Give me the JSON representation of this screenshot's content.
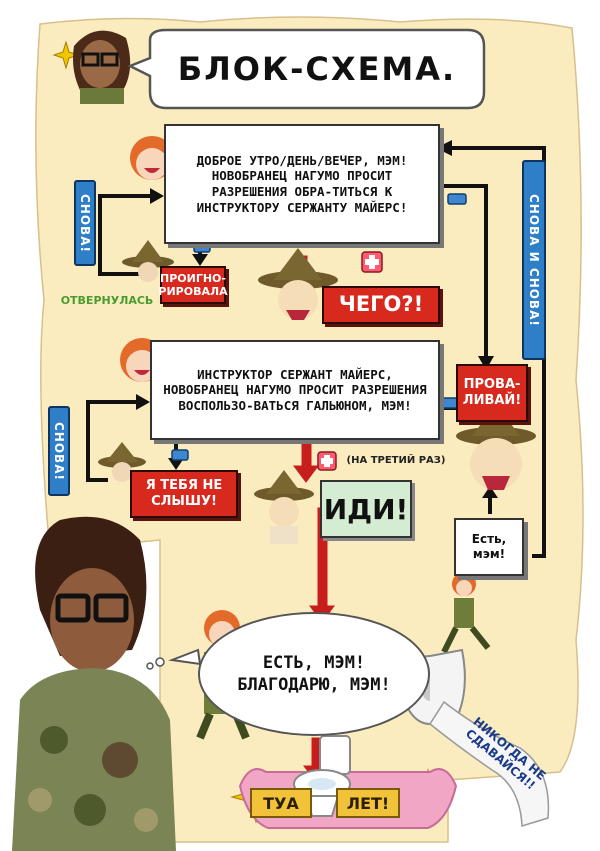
{
  "title": "БЛОК-СХЕМА.",
  "flow": {
    "greeting": "ДОБРОЕ УТРО/ДЕНЬ/ВЕЧЕР, МЭМ! НОВОБРАНЕЦ НАГУМО ПРОСИТ РАЗРЕШЕНИЯ ОБРА-ТИТЬСЯ К ИНСТРУКТОРУ СЕРЖАНТУ МАЙЕРС!",
    "ignored": "ПРОИГНО-РИРОВАЛА",
    "turned_away": "ОТВЕРНУЛАСЬ",
    "again_top": "СНОВА!",
    "again_bottom": "СНОВА!",
    "again_again": "СНОВА И СНОВА!",
    "what": "ЧЕГО?!",
    "request": "ИНСТРУКТОР СЕРЖАНТ МАЙЕРС, НОВОБРАНЕЦ НАГУМО ПРОСИТ РАЗРЕШЕНИЯ ВОСПОЛЬЗО-ВАТЬСЯ ГАЛЬЮНОМ, МЭМ!",
    "get_lost": "ПРОВА-ЛИВАЙ!",
    "cant_hear": "Я ТЕБЯ НЕ СЛЫШУ!",
    "third_time": "(НА ТРЕТИЙ РАЗ)",
    "go": "ИДИ!",
    "yes_maam_small": "Есть, мэм!",
    "yes_thanks": "ЕСТЬ, МЭМ! БЛАГОДАРЮ, МЭМ!",
    "never_give_up": "НИКОГДА НЕ СДАВАЙСЯ!!",
    "toilet_left": "ТУА",
    "toilet_right": "ЛЕТ!",
    "plus": "+",
    "minus": "-"
  },
  "colors": {
    "background": "#fbecc0",
    "box_red": "#d8291f",
    "box_blue": "#2e7fc8",
    "arrow_red": "#c81d1d",
    "badge_pink": "#ff5a6e",
    "badge_blue": "#3e86d0",
    "green_text": "#4a9b2e",
    "toilet_pink": "#f2a6c6"
  },
  "icons": [
    "sparkle-icon",
    "toilet-icon",
    "toilet-paper-icon",
    "drill-hat-icon"
  ]
}
